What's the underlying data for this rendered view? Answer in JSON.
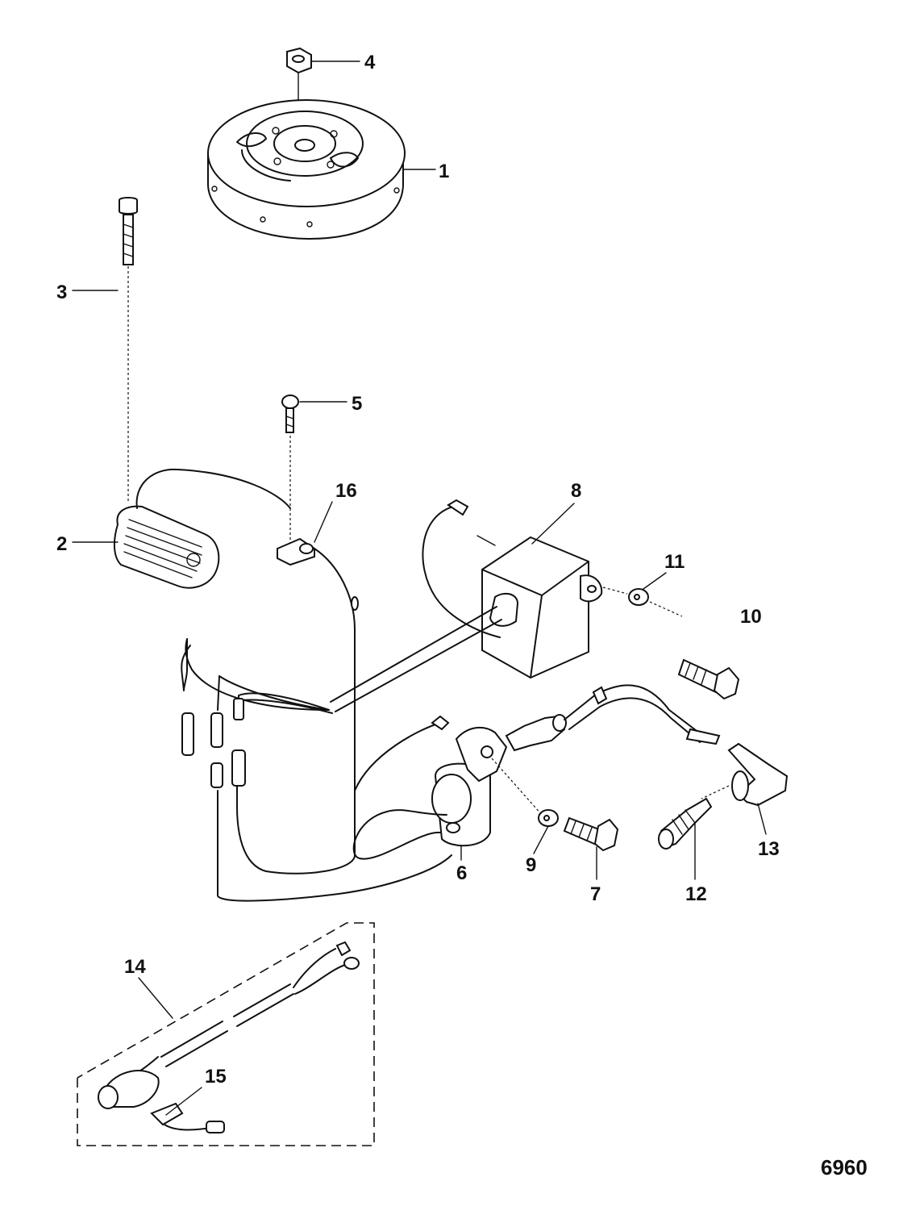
{
  "callouts": {
    "c1": "1",
    "c2": "2",
    "c3": "3",
    "c4": "4",
    "c5": "5",
    "c6": "6",
    "c7": "7",
    "c8": "8",
    "c9": "9",
    "c10": "10",
    "c11": "11",
    "c12": "12",
    "c13": "13",
    "c14": "14",
    "c15": "15",
    "c16": "16"
  },
  "figure_number": "6960"
}
